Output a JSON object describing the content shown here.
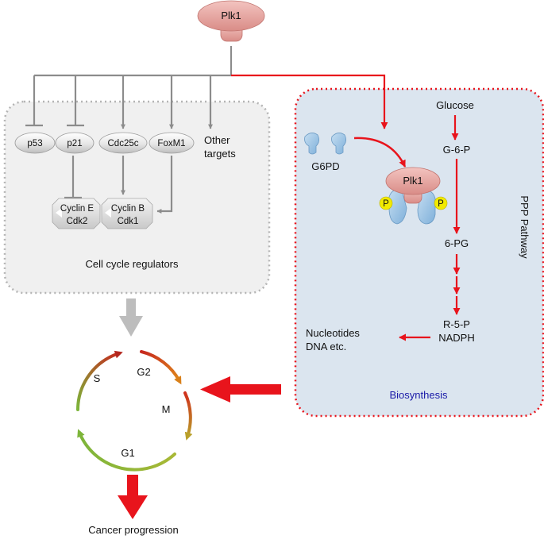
{
  "plk1_top": "Plk1",
  "plk1_complex": "Plk1",
  "phospho": "P",
  "targets": {
    "p53": "p53",
    "p21": "p21",
    "cdc25c": "Cdc25c",
    "foxm1": "FoxM1",
    "other_line1": "Other",
    "other_line2": "targets"
  },
  "cyclin_e": {
    "line1": "Cyclin E",
    "line2": "Cdk2"
  },
  "cyclin_b": {
    "line1": "Cyclin B",
    "line2": "Cdk1"
  },
  "cell_cycle_regulators": "Cell cycle regulators",
  "g6pd": "G6PD",
  "ppp": {
    "glucose": "Glucose",
    "g6p": "G-6-P",
    "pg6": "6-PG",
    "r5p": "R-5-P",
    "nadph": "NADPH",
    "pathway_label": "PPP Pathway",
    "nucleotides_line1": "Nucleotides",
    "nucleotides_line2": "DNA etc.",
    "biosynthesis": "Biosynthesis"
  },
  "cycle": {
    "s": "S",
    "g2": "G2",
    "m": "M",
    "g1": "G1"
  },
  "cancer_progression": "Cancer progression",
  "colors": {
    "red": "#e8141c",
    "gray_line": "#8c8c8c",
    "plk1_fill": "#e9a7a3",
    "g6pd_fill": "#9fc6e6",
    "ppp_bg": "#dbe5ef",
    "regulator_bg": "#f0f0f0",
    "phospho_fill": "#f2ea00",
    "bio_text": "#1a1aa8"
  }
}
